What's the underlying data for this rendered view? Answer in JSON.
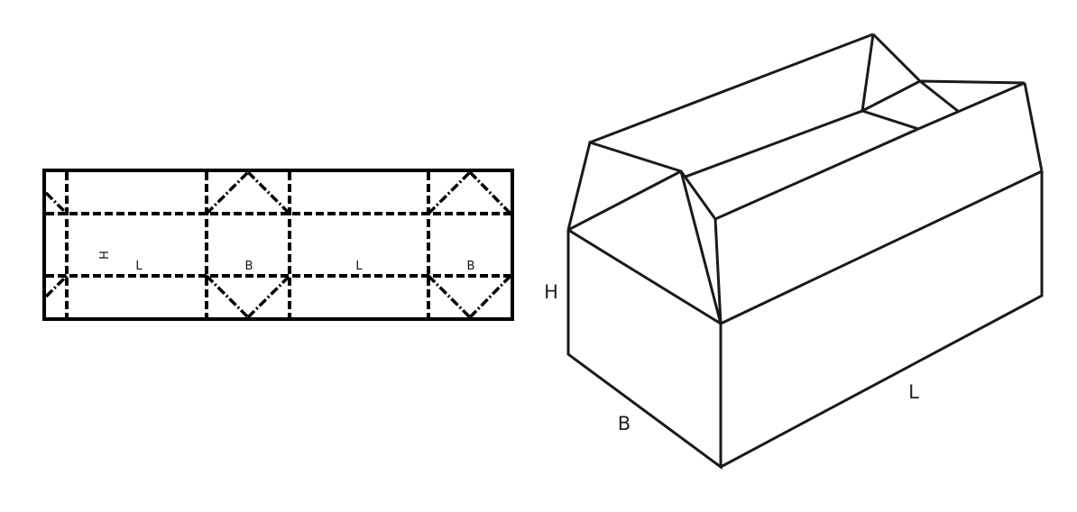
{
  "flat_layout": {
    "labels": {
      "height": "H",
      "length_1": "L",
      "breadth_1": "B",
      "length_2": "L",
      "breadth_2": "B"
    },
    "line_color": "#000000"
  },
  "box_3d": {
    "labels": {
      "height": "H",
      "breadth": "B",
      "length": "L"
    },
    "line_color": "#1a1a1a"
  }
}
